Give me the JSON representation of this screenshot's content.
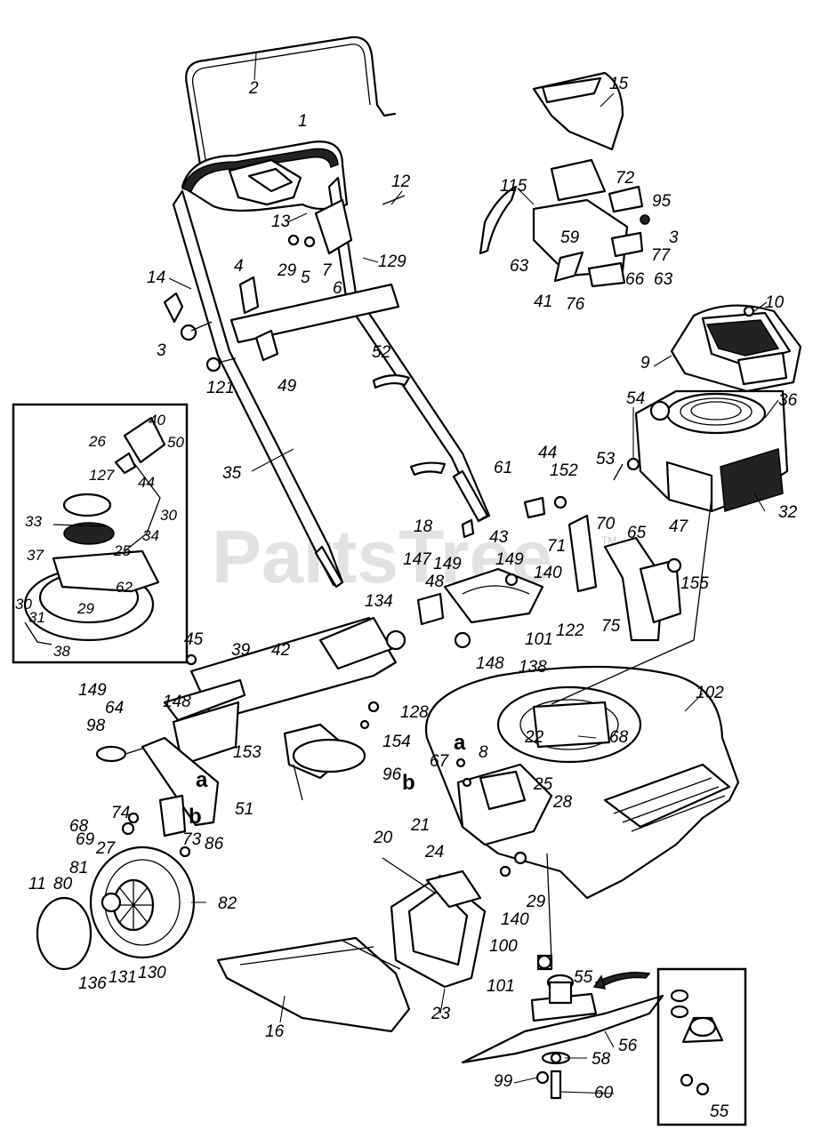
{
  "watermark": {
    "text": "PartsTree",
    "tm": "TM"
  },
  "callouts": [
    {
      "id": "lbl-2",
      "text": "2"
    },
    {
      "id": "lbl-1",
      "text": "1"
    },
    {
      "id": "lbl-12",
      "text": "12"
    },
    {
      "id": "lbl-13",
      "text": "13"
    },
    {
      "id": "lbl-129",
      "text": "129"
    },
    {
      "id": "lbl-14",
      "text": "14"
    },
    {
      "id": "lbl-4",
      "text": "4"
    },
    {
      "id": "lbl-29a",
      "text": "29"
    },
    {
      "id": "lbl-5",
      "text": "5"
    },
    {
      "id": "lbl-7",
      "text": "7"
    },
    {
      "id": "lbl-6",
      "text": "6"
    },
    {
      "id": "lbl-3a",
      "text": "3"
    },
    {
      "id": "lbl-121",
      "text": "121"
    },
    {
      "id": "lbl-49",
      "text": "49"
    },
    {
      "id": "lbl-52",
      "text": "52"
    },
    {
      "id": "lbl-35",
      "text": "35"
    },
    {
      "id": "lbl-15",
      "text": "15"
    },
    {
      "id": "lbl-115",
      "text": "115"
    },
    {
      "id": "lbl-72",
      "text": "72"
    },
    {
      "id": "lbl-95",
      "text": "95"
    },
    {
      "id": "lbl-59",
      "text": "59"
    },
    {
      "id": "lbl-3b",
      "text": "3"
    },
    {
      "id": "lbl-77",
      "text": "77"
    },
    {
      "id": "lbl-63a",
      "text": "63"
    },
    {
      "id": "lbl-66",
      "text": "66"
    },
    {
      "id": "lbl-63b",
      "text": "63"
    },
    {
      "id": "lbl-41",
      "text": "41"
    },
    {
      "id": "lbl-76",
      "text": "76"
    },
    {
      "id": "lbl-10",
      "text": "10"
    },
    {
      "id": "lbl-9",
      "text": "9"
    },
    {
      "id": "lbl-54",
      "text": "54"
    },
    {
      "id": "lbl-36",
      "text": "36"
    },
    {
      "id": "lbl-53",
      "text": "53"
    },
    {
      "id": "lbl-32",
      "text": "32"
    },
    {
      "id": "lbl-40",
      "text": "40"
    },
    {
      "id": "lbl-26",
      "text": "26"
    },
    {
      "id": "lbl-50",
      "text": "50"
    },
    {
      "id": "lbl-44a",
      "text": "44"
    },
    {
      "id": "lbl-127",
      "text": "127"
    },
    {
      "id": "lbl-30a",
      "text": "30"
    },
    {
      "id": "lbl-34",
      "text": "34"
    },
    {
      "id": "lbl-33",
      "text": "33"
    },
    {
      "id": "lbl-25a",
      "text": "25"
    },
    {
      "id": "lbl-37",
      "text": "37"
    },
    {
      "id": "lbl-62",
      "text": "62"
    },
    {
      "id": "lbl-29b",
      "text": "29"
    },
    {
      "id": "lbl-30b",
      "text": "30"
    },
    {
      "id": "lbl-31",
      "text": "31"
    },
    {
      "id": "lbl-38",
      "text": "38"
    },
    {
      "id": "lbl-61",
      "text": "61"
    },
    {
      "id": "lbl-44b",
      "text": "44"
    },
    {
      "id": "lbl-152",
      "text": "152"
    },
    {
      "id": "lbl-18",
      "text": "18"
    },
    {
      "id": "lbl-43",
      "text": "43"
    },
    {
      "id": "lbl-70",
      "text": "70"
    },
    {
      "id": "lbl-71",
      "text": "71"
    },
    {
      "id": "lbl-65",
      "text": "65"
    },
    {
      "id": "lbl-47",
      "text": "47"
    },
    {
      "id": "lbl-147",
      "text": "147"
    },
    {
      "id": "lbl-149a",
      "text": "149"
    },
    {
      "id": "lbl-149b",
      "text": "149"
    },
    {
      "id": "lbl-48",
      "text": "48"
    },
    {
      "id": "lbl-140a",
      "text": "140"
    },
    {
      "id": "lbl-155",
      "text": "155"
    },
    {
      "id": "lbl-134",
      "text": "134"
    },
    {
      "id": "lbl-101a",
      "text": "101"
    },
    {
      "id": "lbl-122",
      "text": "122"
    },
    {
      "id": "lbl-75",
      "text": "75"
    },
    {
      "id": "lbl-148a",
      "text": "148"
    },
    {
      "id": "lbl-138",
      "text": "138"
    },
    {
      "id": "lbl-45",
      "text": "45"
    },
    {
      "id": "lbl-39",
      "text": "39"
    },
    {
      "id": "lbl-42",
      "text": "42"
    },
    {
      "id": "lbl-128",
      "text": "128"
    },
    {
      "id": "lbl-102",
      "text": "102"
    },
    {
      "id": "lbl-149c",
      "text": "149"
    },
    {
      "id": "lbl-64",
      "text": "64"
    },
    {
      "id": "lbl-148b",
      "text": "148"
    },
    {
      "id": "lbl-98",
      "text": "98"
    },
    {
      "id": "lbl-153",
      "text": "153"
    },
    {
      "id": "lbl-154",
      "text": "154"
    },
    {
      "id": "lbl-68a",
      "text": "68"
    },
    {
      "id": "lbl-a1",
      "text": "a"
    },
    {
      "id": "lbl-67",
      "text": "67"
    },
    {
      "id": "lbl-8",
      "text": "8"
    },
    {
      "id": "lbl-22",
      "text": "22"
    },
    {
      "id": "lbl-a2",
      "text": "a"
    },
    {
      "id": "lbl-96",
      "text": "96"
    },
    {
      "id": "lbl-b1",
      "text": "b"
    },
    {
      "id": "lbl-25b",
      "text": "25"
    },
    {
      "id": "lbl-68b",
      "text": "68"
    },
    {
      "id": "lbl-74",
      "text": "74"
    },
    {
      "id": "lbl-b2",
      "text": "b"
    },
    {
      "id": "lbl-51",
      "text": "51"
    },
    {
      "id": "lbl-21",
      "text": "21"
    },
    {
      "id": "lbl-28",
      "text": "28"
    },
    {
      "id": "lbl-69",
      "text": "69"
    },
    {
      "id": "lbl-73",
      "text": "73"
    },
    {
      "id": "lbl-86",
      "text": "86"
    },
    {
      "id": "lbl-20",
      "text": "20"
    },
    {
      "id": "lbl-27",
      "text": "27"
    },
    {
      "id": "lbl-24",
      "text": "24"
    },
    {
      "id": "lbl-11",
      "text": "11"
    },
    {
      "id": "lbl-80",
      "text": "80"
    },
    {
      "id": "lbl-81",
      "text": "81"
    },
    {
      "id": "lbl-82",
      "text": "82"
    },
    {
      "id": "lbl-140b",
      "text": "140"
    },
    {
      "id": "lbl-29c",
      "text": "29"
    },
    {
      "id": "lbl-136",
      "text": "136"
    },
    {
      "id": "lbl-131",
      "text": "131"
    },
    {
      "id": "lbl-130",
      "text": "130"
    },
    {
      "id": "lbl-100",
      "text": "100"
    },
    {
      "id": "lbl-101b",
      "text": "101"
    },
    {
      "id": "lbl-55a",
      "text": "55"
    },
    {
      "id": "lbl-16",
      "text": "16"
    },
    {
      "id": "lbl-23",
      "text": "23"
    },
    {
      "id": "lbl-56",
      "text": "56"
    },
    {
      "id": "lbl-58",
      "text": "58"
    },
    {
      "id": "lbl-99",
      "text": "99"
    },
    {
      "id": "lbl-60",
      "text": "60"
    },
    {
      "id": "lbl-55b",
      "text": "55"
    }
  ]
}
